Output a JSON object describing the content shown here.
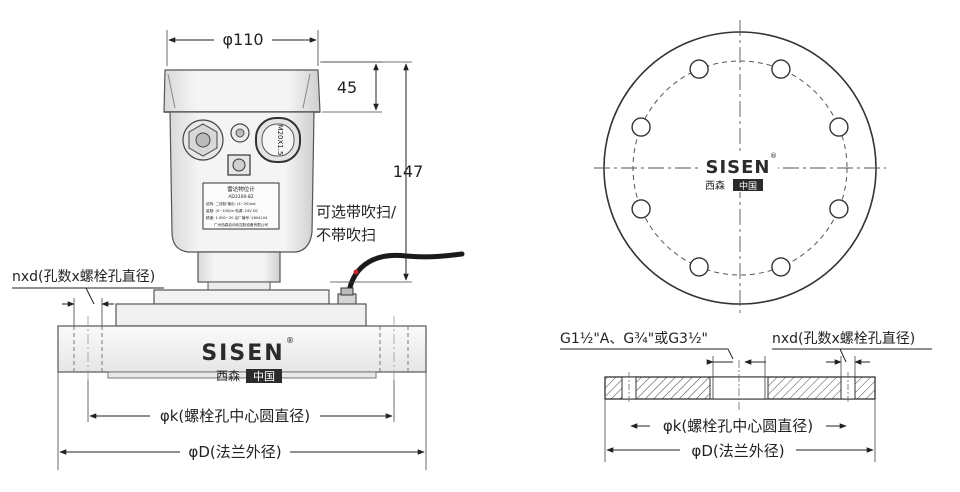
{
  "left_drawing": {
    "dim_top_diameter": "φ110",
    "dim_cap_height": "45",
    "dim_total_height": "147",
    "note_purge": [
      "可选带吹扫/",
      "不带吹扫"
    ],
    "label_holes": "nxd(孔数x螺栓孔直径)",
    "label_bolt_circle": "φk(螺栓孔中心圆直径)",
    "label_flange_od": "φD(法兰外径)",
    "nameplate": {
      "title": "雷达物位计",
      "model": "AD3100-82",
      "lines": [
        "结构: 二线制   输出: (4~20)mA",
        "量程: (0~100)m   电源: 24V DC",
        "精度: 1.000~20   出厂编号: 2604104"
      ],
      "maker": "广州西森自动化控制设备有限公司"
    },
    "cap_marking": "M20X1.5"
  },
  "right_drawing": {
    "label_thread": "G1½\"A、G¾\"或G3½\"",
    "label_holes": "nxd(孔数x螺栓孔直径)",
    "label_bolt_circle": "φk(螺栓孔中心圆直径)",
    "label_flange_od": "φD(法兰外径)",
    "bolt_hole_count": 8
  },
  "brand": {
    "name": "SISEN",
    "registered": "®",
    "chinese": "西森",
    "chinese_block": "中国"
  },
  "colors": {
    "line": "#333333",
    "brand_dark": "#2b2b2b",
    "body_fill": "#f3f3f3",
    "cable": "#1a1a1a"
  }
}
